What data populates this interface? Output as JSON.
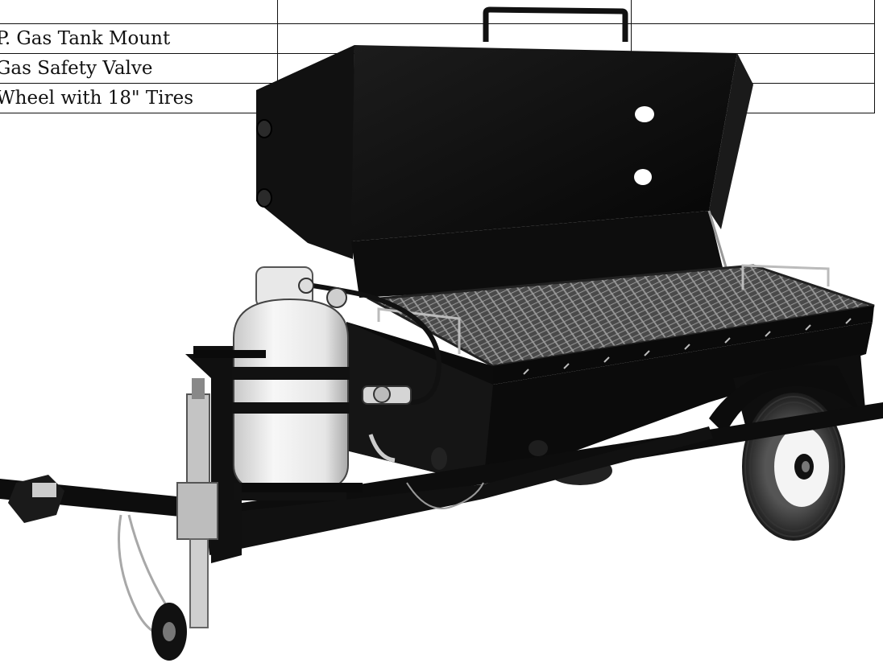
{
  "spec_table": {
    "rows": [
      {
        "label": ""
      },
      {
        "label": "P. Gas Tank Mount"
      },
      {
        "label": "Gas Safety Valve"
      },
      {
        "label": "Wheel with 18\" Tires"
      }
    ]
  },
  "photo": {
    "subject": "trailer-mounted-gas-grill",
    "tank_label": "",
    "colors": {
      "body": "#0c0c0c",
      "tank": "#efefef",
      "grate": "#6a6a6a",
      "background": "#ffffff"
    }
  }
}
